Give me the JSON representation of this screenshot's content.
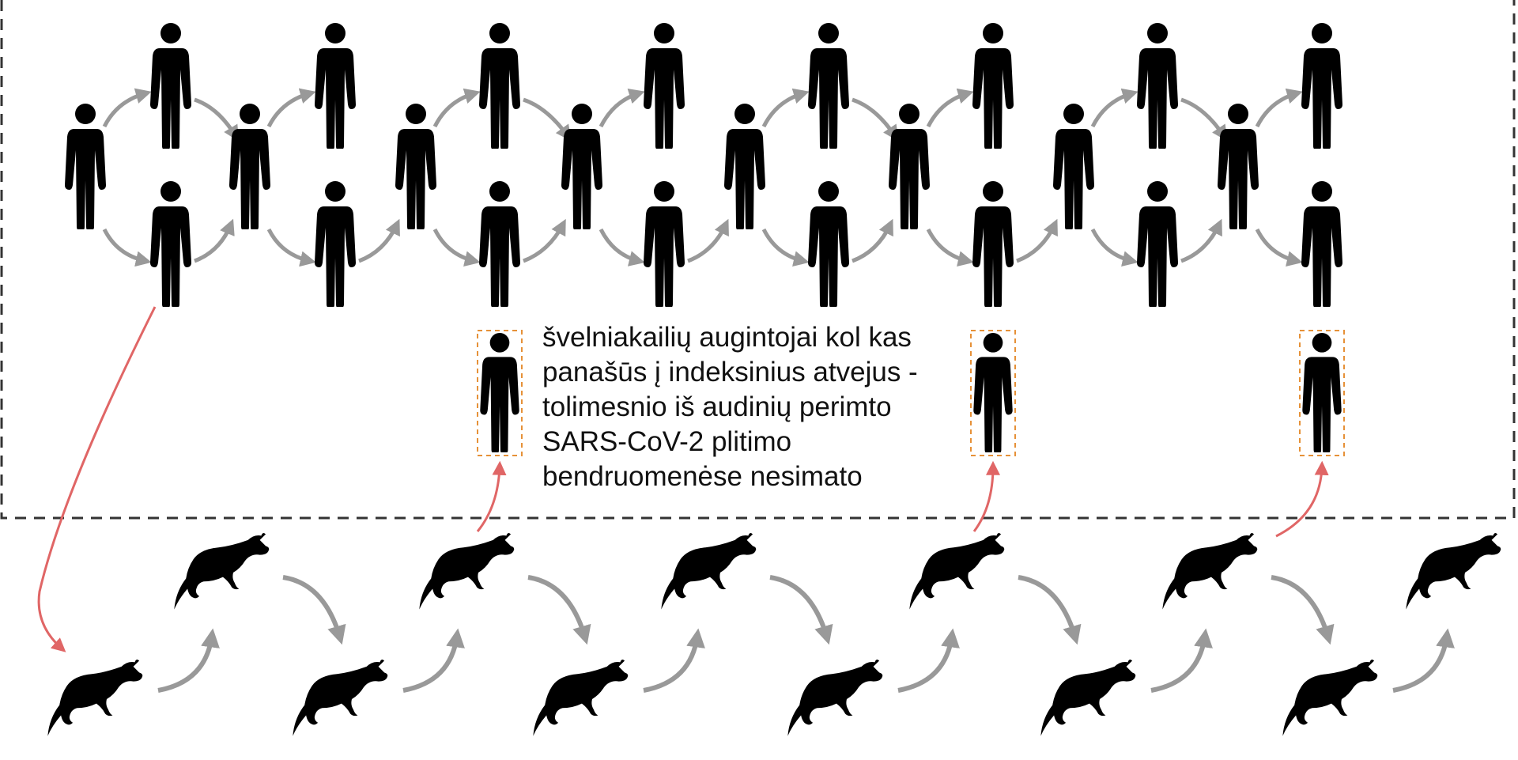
{
  "diagram": {
    "caption_lines": [
      "švelniakailių augintojai kol kas",
      "panašūs į indeksinius atvejus -",
      "tolimesnio iš audinių perimto",
      "SARS-CoV-2 plitimo",
      "bendruomenėse nesimato"
    ],
    "colors": {
      "silhouette": "#000000",
      "human_to_human_arrow": "#999999",
      "mink_to_mink_arrow": "#999999",
      "cross_species_arrow": "#e06666",
      "community_border": "#333333",
      "farmer_highlight": "#e69138"
    },
    "icons": {
      "person": "person-icon",
      "mink": "mink-icon"
    }
  }
}
